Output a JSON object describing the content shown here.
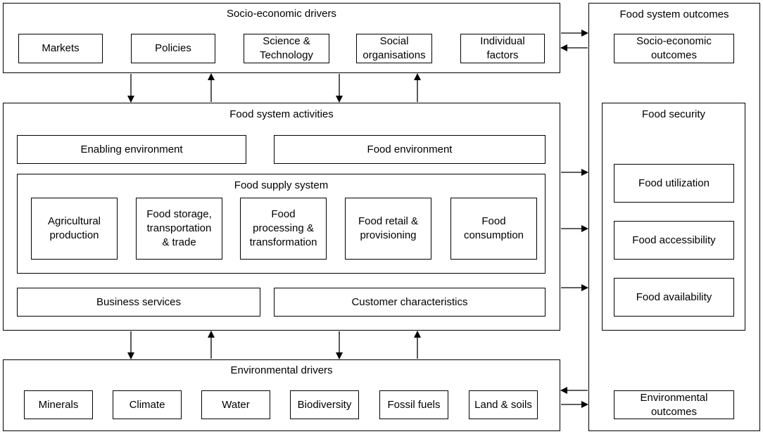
{
  "socio_economic_drivers": {
    "title": "Socio-economic drivers",
    "items": [
      "Markets",
      "Policies",
      "Science &\nTechnology",
      "Social\norganisations",
      "Individual\nfactors"
    ]
  },
  "food_system_activities": {
    "title": "Food system activities",
    "enabling_environment": "Enabling environment",
    "food_environment": "Food environment",
    "food_supply_system": {
      "title": "Food supply system",
      "items": [
        "Agricultural\nproduction",
        "Food storage,\ntransportation\n& trade",
        "Food\nprocessing &\ntransformation",
        "Food retail &\nprovisioning",
        "Food\nconsumption"
      ]
    },
    "business_services": "Business services",
    "customer_characteristics": "Customer characteristics"
  },
  "environmental_drivers": {
    "title": "Environmental drivers",
    "items": [
      "Minerals",
      "Climate",
      "Water",
      "Biodiversity",
      "Fossil fuels",
      "Land & soils"
    ]
  },
  "food_system_outcomes": {
    "title": "Food system outcomes",
    "socio_economic_outcomes": "Socio-economic\noutcomes",
    "food_security": {
      "title": "Food security",
      "items": [
        "Food utilization",
        "Food accessibility",
        "Food availability"
      ]
    },
    "environmental_outcomes": "Environmental\noutcomes"
  }
}
